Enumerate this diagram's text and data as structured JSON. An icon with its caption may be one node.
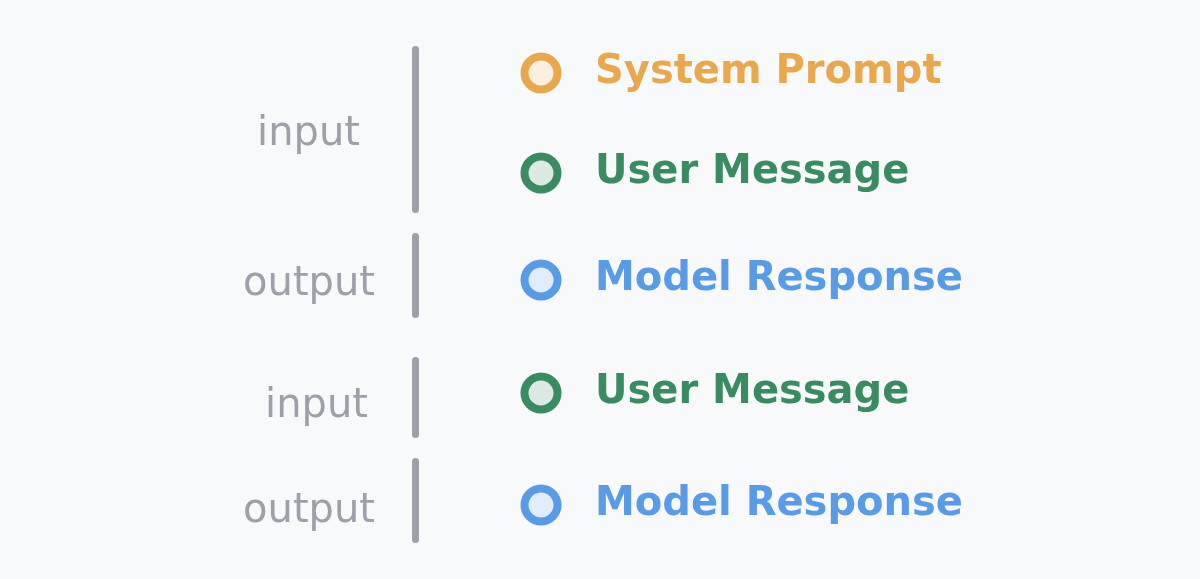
{
  "diagram": {
    "labels": [
      "input",
      "output",
      "input",
      "output"
    ],
    "legend": [
      {
        "text": "System Prompt",
        "color": "#e9a84e"
      },
      {
        "text": "User Message",
        "color": "#3a8a62"
      },
      {
        "text": "Model Response",
        "color": "#5a9be8"
      },
      {
        "text": "User Message",
        "color": "#3a8a62"
      },
      {
        "text": "Model Response",
        "color": "#5a9be8"
      }
    ]
  }
}
